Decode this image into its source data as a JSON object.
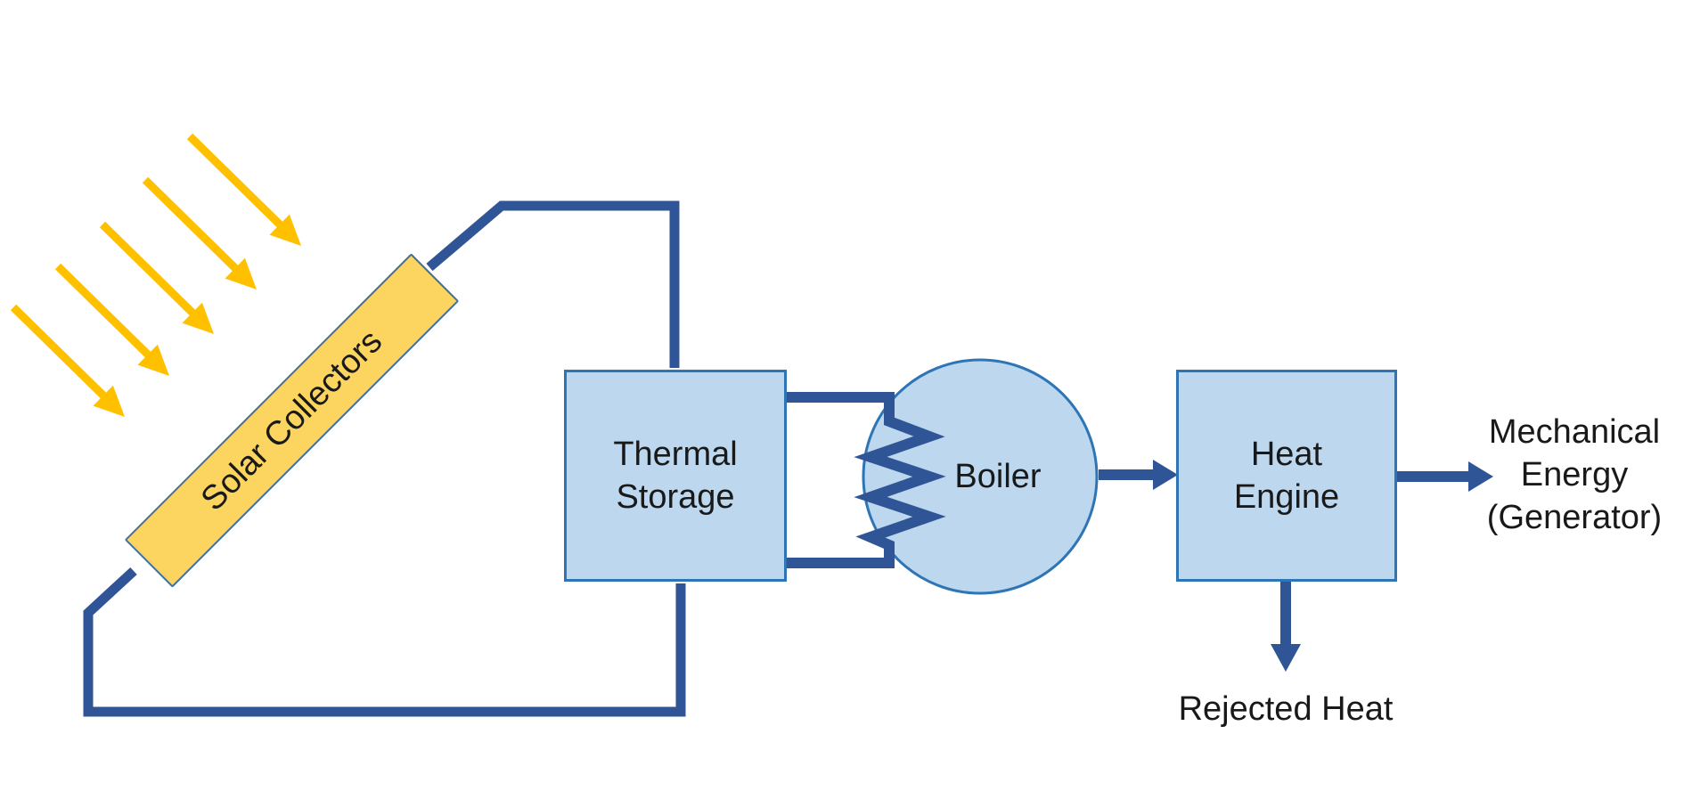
{
  "diagram": {
    "kind": "process-flow",
    "sun_ray_count": 5,
    "labels": {
      "solar_collectors": "Solar Collectors",
      "thermal_storage": "Thermal\nStorage",
      "boiler": "Boiler",
      "heat_engine": "Heat\nEngine",
      "mechanical_energy": "Mechanical\nEnergy\n(Generator)",
      "rejected_heat": "Rejected Heat"
    },
    "edges": [
      {
        "from": "sun-rays",
        "to": "solar-collectors",
        "style": "yellow-arrows"
      },
      {
        "from": "solar-collectors",
        "to": "thermal-storage",
        "style": "pipe-loop"
      },
      {
        "from": "thermal-storage",
        "to": "boiler",
        "style": "pipe-loop-heating-coil"
      },
      {
        "from": "boiler",
        "to": "heat-engine",
        "style": "arrow"
      },
      {
        "from": "heat-engine",
        "to": "mechanical-energy",
        "style": "arrow"
      },
      {
        "from": "heat-engine",
        "to": "rejected-heat",
        "style": "arrow-down"
      }
    ]
  },
  "colors": {
    "pipe": "#2F5597",
    "node_fill": "#BDD7EE",
    "node_border": "#2E75B6",
    "sun": "#FFC000",
    "collector_fill": "#FBD560",
    "collector_border": "#41719C",
    "text": "#191919",
    "background": "#FFFFFF"
  }
}
